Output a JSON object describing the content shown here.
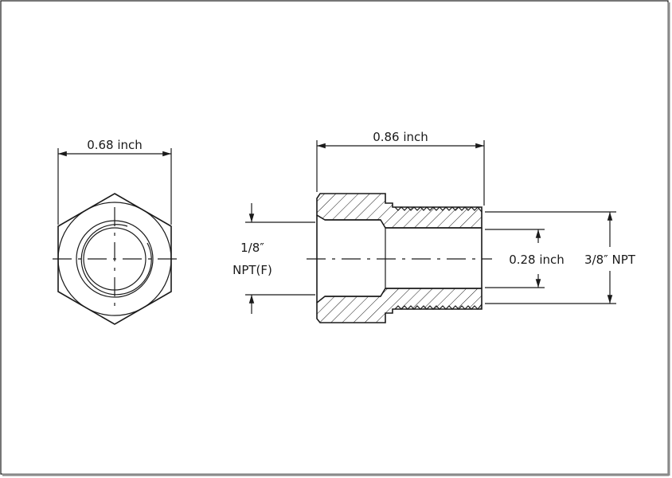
{
  "end_view": {
    "width_label": "0.68 inch"
  },
  "side_view": {
    "length_label": "0.86 inch",
    "bore_label": "0.28 inch",
    "female_thread_label_line1": "1/8″",
    "female_thread_label_line2": "NPT(F)",
    "male_thread_label": "3/8″ NPT"
  },
  "colors": {
    "line": "#1a1a1a",
    "background": "#ffffff",
    "frame_shadow": "#8a8a8a"
  }
}
